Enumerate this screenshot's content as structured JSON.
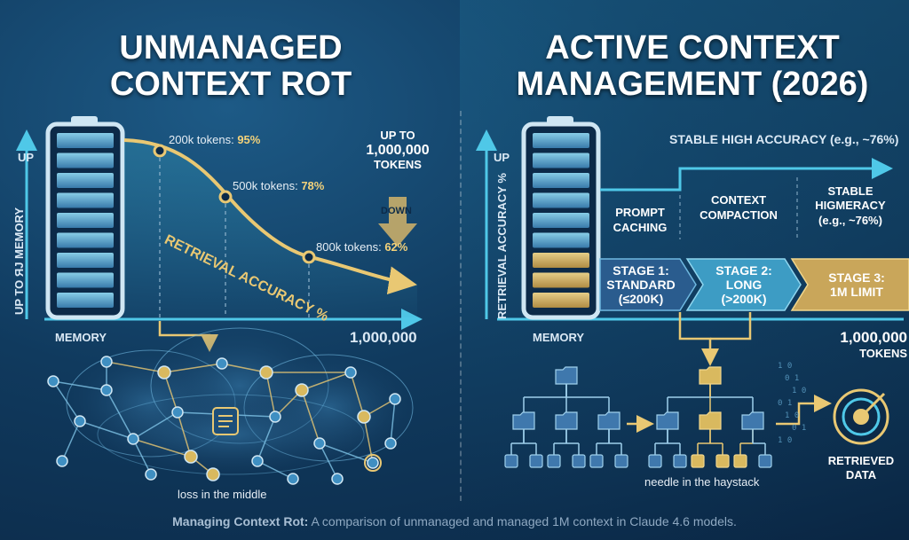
{
  "left": {
    "title_line1": "UNMANAGED",
    "title_line2": "CONTEXT ROT",
    "y_arrow_label": "UP",
    "y_axis_label": "UP TO ЯЈ MEMORY",
    "x_axis_start": "MEMORY",
    "x_axis_end": "1,000,000",
    "curve_label": "RETRIEVAL ACCURACY %",
    "points": [
      {
        "prefix": "200k tokens: ",
        "value": "95%"
      },
      {
        "prefix": "500k tokens: ",
        "value": "78%"
      },
      {
        "prefix": "800k tokens: ",
        "value": "62%"
      }
    ],
    "callout": {
      "line1": "UP TO",
      "line2": "1,000,000",
      "line3": "TOKENS",
      "line4": "DOWN"
    },
    "network_caption": "loss in the middle"
  },
  "right": {
    "title_line1": "ACTIVE CONTEXT",
    "title_line2": "MANAGEMENT (2026)",
    "y_arrow_label": "UP",
    "y_axis_label": "RETRIEVAL ACCURACY %",
    "x_axis_start": "MEMORY",
    "x_axis_end": "1,000,000",
    "x_axis_unit": "TOKENS",
    "stable_label": "STABLE HIGH ACCURACY (e.g., ~76%)",
    "features": [
      {
        "line1": "PROMPT",
        "line2": "CACHING"
      },
      {
        "line1": "CONTEXT",
        "line2": "COMPACTION"
      },
      {
        "line1": "STABLE",
        "line2": "HIGMERACY",
        "line3": "(e.g., ~76%)"
      }
    ],
    "stages": [
      {
        "line1": "STAGE 1:",
        "line2": "STANDARD",
        "line3": "(≤200K)"
      },
      {
        "line1": "STAGE 2:",
        "line2": "LONG",
        "line3": "(>200K)"
      },
      {
        "line1": "STAGE 3:",
        "line2": "1M LIMIT",
        "line3": ""
      }
    ],
    "tree_caption": "needle in the haystack",
    "result_label_line1": "RETRIEVED",
    "result_label_line2": "DATA"
  },
  "caption": {
    "bold": "Managing Context Rot:",
    "text": " A comparison of unmanaged and managed 1M context in Claude 4.6 models."
  },
  "colors": {
    "gold": "#e9c873",
    "cyan": "#4fc8e8",
    "navy": "#0a2542"
  }
}
